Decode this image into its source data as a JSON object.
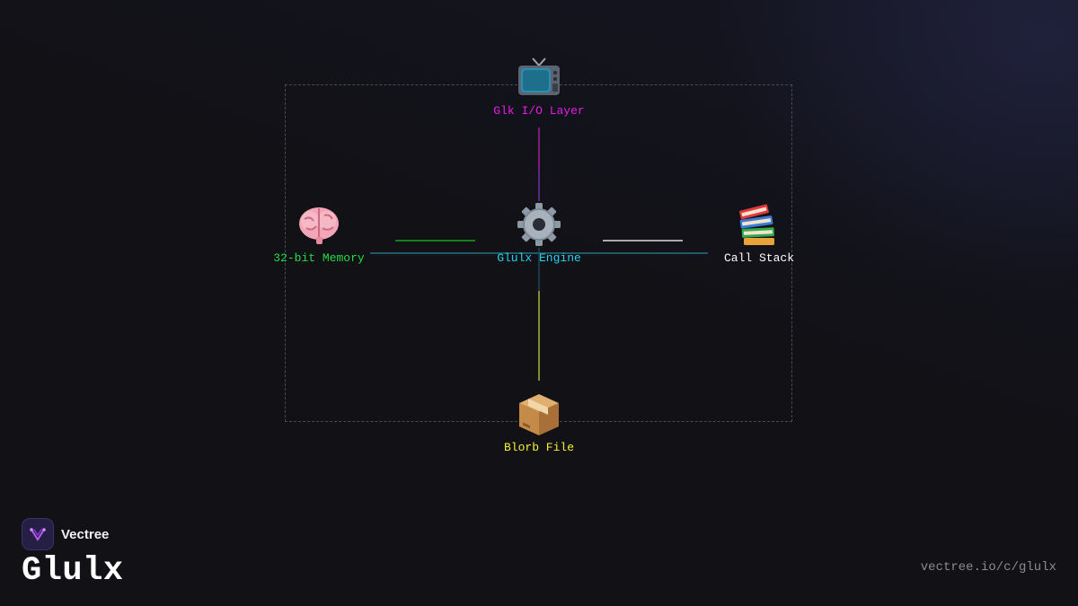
{
  "diagram": {
    "center": {
      "label": "Glulx Engine",
      "icon": "gear-icon",
      "color": "#22d3ee"
    },
    "top": {
      "label": "Glk I/O Layer",
      "icon": "television-icon",
      "color": "#e81ce8"
    },
    "left": {
      "label": "32-bit Memory",
      "icon": "brain-icon",
      "color": "#22dd44"
    },
    "right": {
      "label": "Call Stack",
      "icon": "books-icon",
      "color": "#ffffff"
    },
    "bottom": {
      "label": "Blorb File",
      "icon": "package-icon",
      "color": "#f2f23a"
    }
  },
  "branding": {
    "company": "Vectree",
    "product": "Glulx",
    "url": "vectree.io/c/glulx"
  }
}
